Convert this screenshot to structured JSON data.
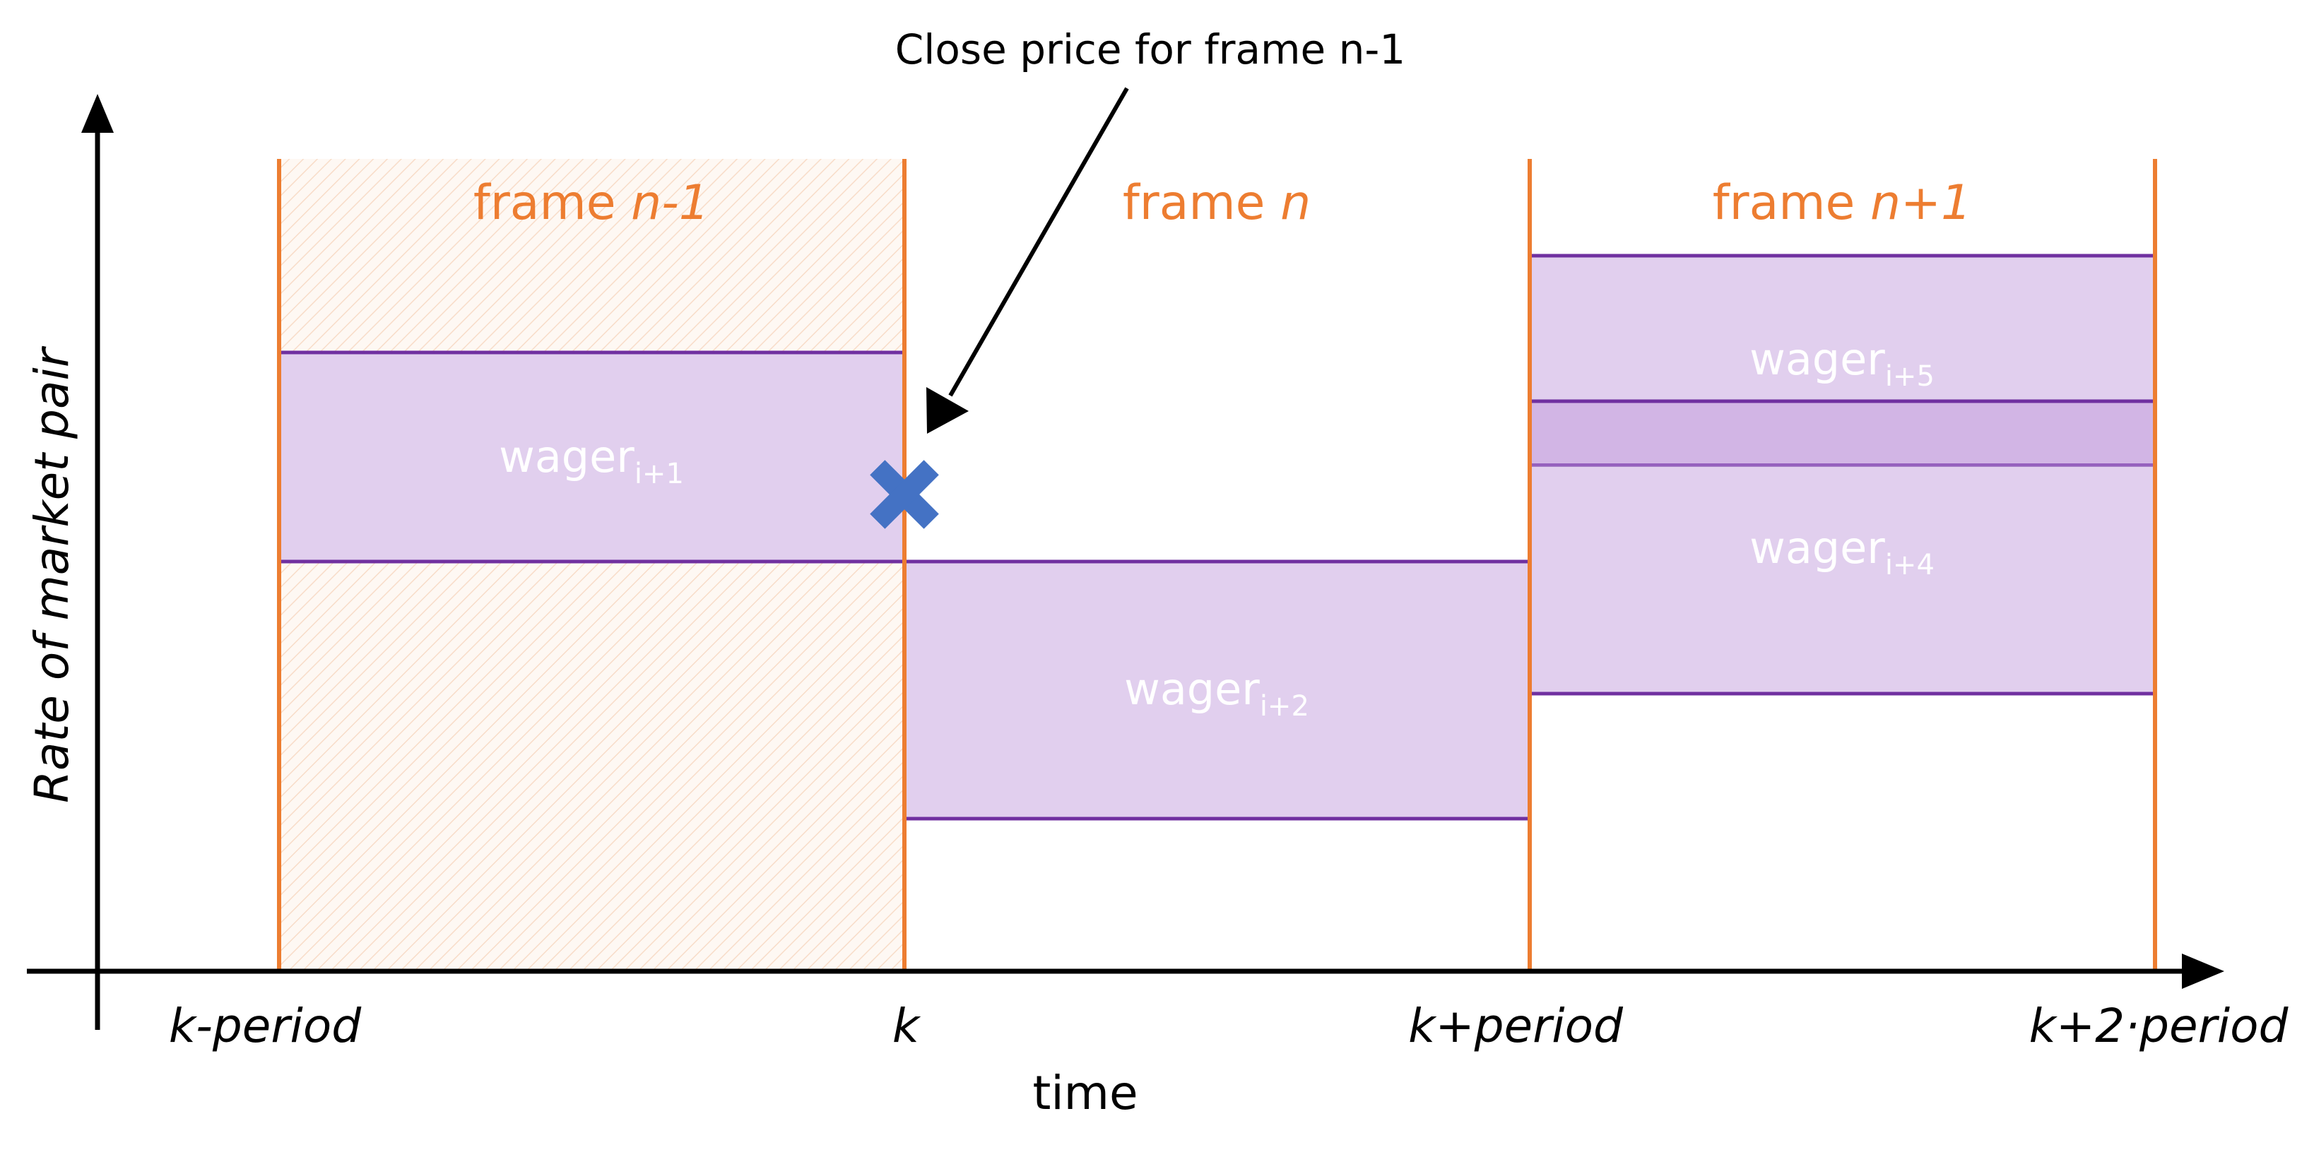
{
  "annotation": "Close price for frame n-1",
  "y_axis_label": "Rate of market pair",
  "x_axis_label": "time",
  "ticks": [
    "k-period",
    "k",
    "k+period",
    "k+2·period"
  ],
  "frames": [
    {
      "prefix": "frame ",
      "name": "n-1"
    },
    {
      "prefix": "frame ",
      "name": "n"
    },
    {
      "prefix": "frame ",
      "name": "n+1"
    }
  ],
  "wagers": {
    "i1": {
      "main": "wager",
      "sub": "i+1"
    },
    "i2": {
      "main": "wager",
      "sub": "i+2"
    },
    "i4": {
      "main": "wager",
      "sub": "i+4"
    },
    "i5": {
      "main": "wager",
      "sub": "i+5"
    }
  },
  "colors": {
    "frame_line": "#ED7D31",
    "wager_fill": "#E1CFEE",
    "wager_overlap_fill": "#D2B5E5",
    "wager_stroke": "#7030A0",
    "close_marker": "#4472C4",
    "axis": "#000000"
  },
  "marker_icon": "x-cross-icon"
}
